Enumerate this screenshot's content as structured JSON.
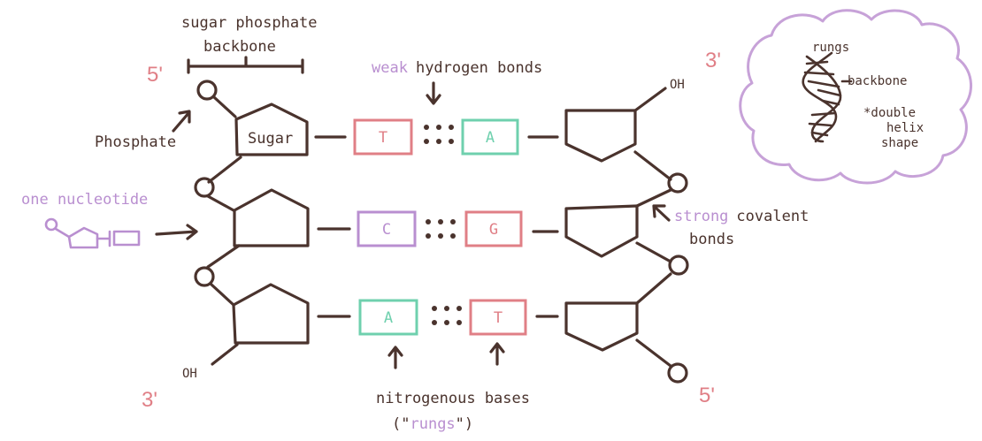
{
  "colors": {
    "ink": "#4a332d",
    "pink": "#e07f86",
    "green": "#6fd0ae",
    "purple": "#b98fd0"
  },
  "labels": {
    "backbone_line1": "sugar phosphate",
    "backbone_line2": "backbone",
    "five_prime_top": "5'",
    "three_prime_top": "3'",
    "three_prime_bottom": "3'",
    "five_prime_bottom": "5'",
    "weak_word": "weak",
    "hydrogen_bonds": "hydrogen bonds",
    "phosphate": "Phosphate",
    "sugar": "Sugar",
    "one_nucleotide": "one nucleotide",
    "strong_word": "strong",
    "covalent": "covalent",
    "bonds": "bonds",
    "oh_top_right": "OH",
    "oh_bottom_left": "OH",
    "nitrogenous_bases": "nitrogenous bases",
    "rungs_quote_open": "(\"",
    "rungs_word": "rungs",
    "rungs_quote_close": "\")"
  },
  "base_pairs": [
    {
      "left": "T",
      "right": "A"
    },
    {
      "left": "C",
      "right": "G"
    },
    {
      "left": "A",
      "right": "T"
    }
  ],
  "callout": {
    "rungs": "rungs",
    "backbone": "backbone",
    "note_line1": "*double",
    "note_line2": "helix",
    "note_line3": "shape"
  }
}
